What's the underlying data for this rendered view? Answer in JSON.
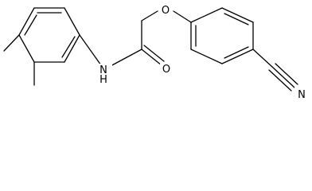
{
  "molecule": {
    "atoms": {
      "amide_n": "N",
      "amide_h": "H",
      "carbonyl_o": "O",
      "ether_o": "O",
      "nitrile_n": "N"
    },
    "colors": {
      "bond": "#000000",
      "label": "#000000",
      "background": "#ffffff"
    }
  }
}
